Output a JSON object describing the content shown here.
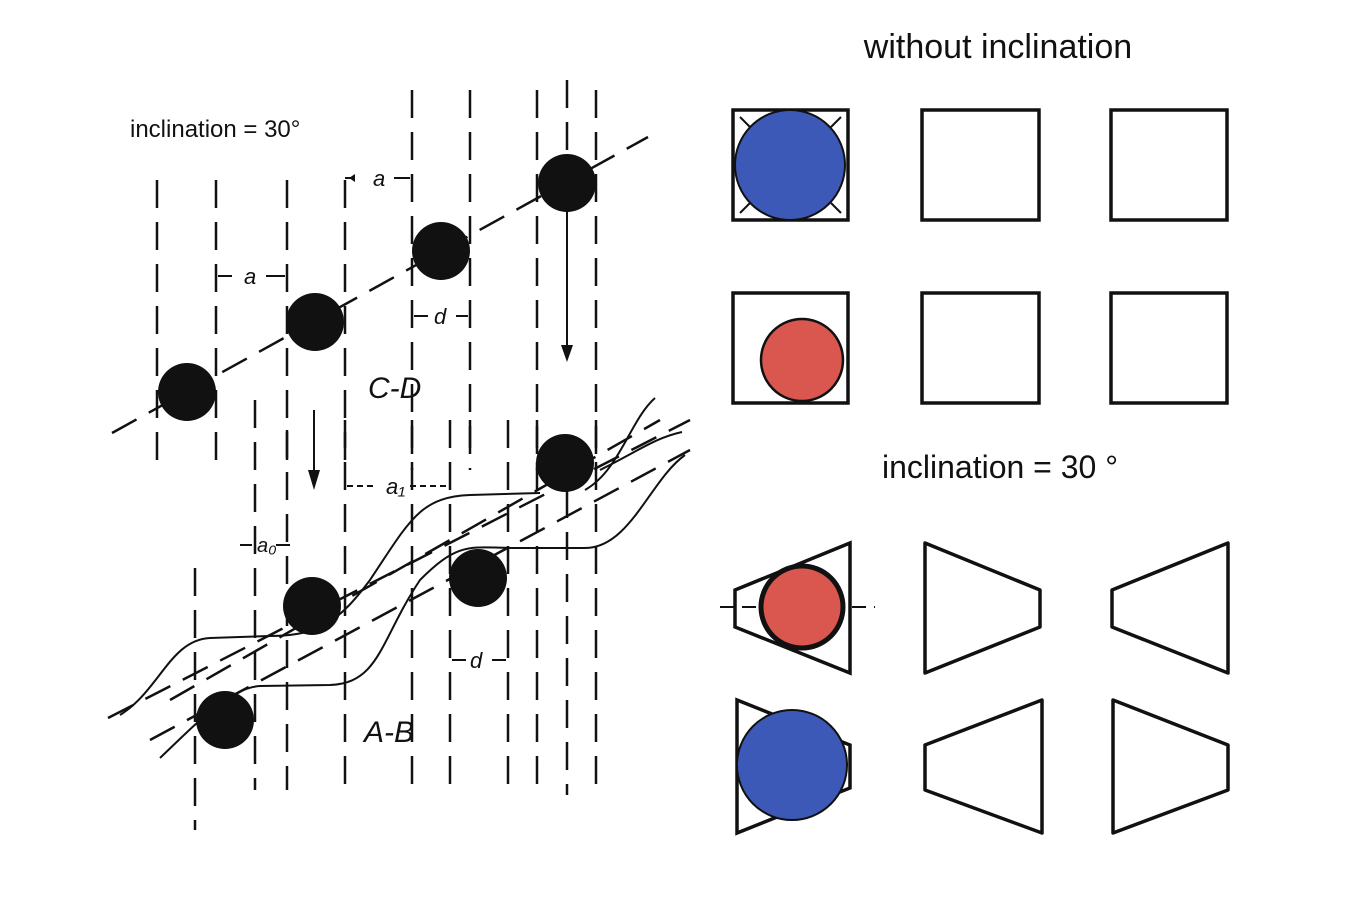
{
  "left_diagram": {
    "title": "inclination = 30°",
    "labels": {
      "a_top": "a",
      "a_left": "a",
      "d_top": "d",
      "section_top": "C-D",
      "a1": "a₁",
      "a0": "a₀",
      "d_bottom": "d",
      "section_bottom": "A-B"
    }
  },
  "right_diagram": {
    "title_top": "without inclination",
    "title_bottom": "inclination  =  30 °"
  },
  "colors": {
    "blue": "#3c59b8",
    "red": "#d9574f",
    "ink": "#111111"
  }
}
